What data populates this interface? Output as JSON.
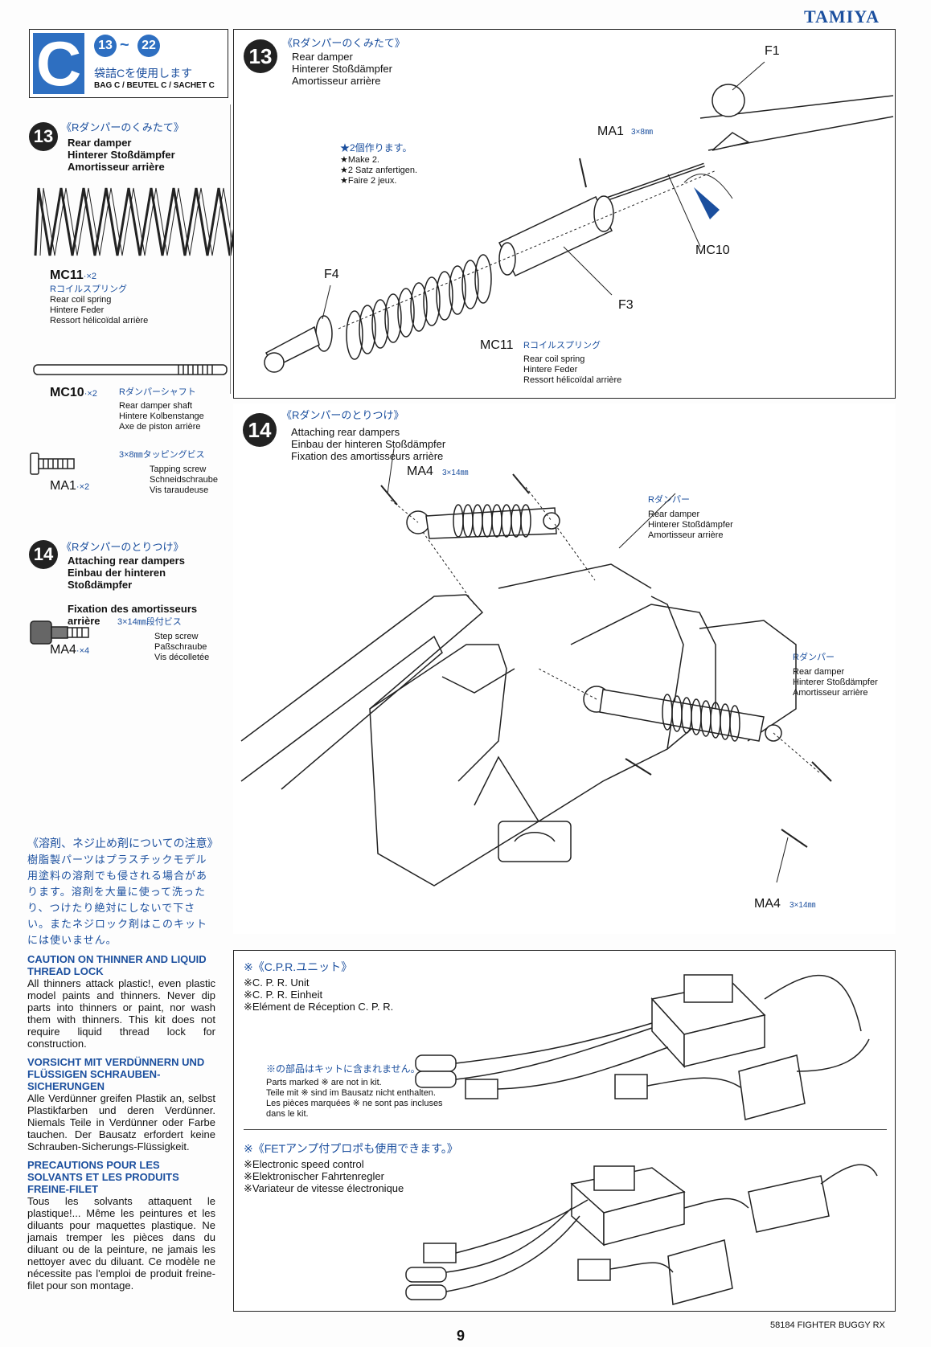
{
  "brand": "TAMIYA",
  "bag": {
    "letter": "C",
    "step_from": "13",
    "step_sep": "~",
    "step_to": "22",
    "jp": "袋詰Cを使用します",
    "label": "BAG C / BEUTEL C / SACHET C"
  },
  "parts_sidebar": {
    "step13": {
      "num": "13",
      "jp": "《Rダンパーのくみたて》",
      "en": "Rear damper",
      "de": "Hinterer Stoßdämpfer",
      "fr": "Amortisseur arrière"
    },
    "mc11": {
      "code": "MC11",
      "qty": "·×2",
      "jp": "Rコイルスプリング",
      "en": "Rear coil spring",
      "de": "Hintere Feder",
      "fr": "Ressort hélicoïdal arrière"
    },
    "mc10": {
      "code": "MC10",
      "qty": "·×2",
      "jp": "Rダンパーシャフト",
      "en": "Rear damper shaft",
      "de": "Hintere Kolbenstange",
      "fr": "Axe de piston arrière"
    },
    "ma1": {
      "code": "MA1",
      "qty": "·×2",
      "jp": "3×8㎜タッピングビス",
      "en": "Tapping screw",
      "de": "Schneidschraube",
      "fr": "Vis taraudeuse"
    },
    "step14": {
      "num": "14",
      "jp": "《Rダンパーのとりつけ》",
      "en": "Attaching rear dampers",
      "de": "Einbau der hinteren Stoßdämpfer",
      "fr": "Fixation des amortisseurs arrière"
    },
    "ma4": {
      "code": "MA4",
      "qty": "·×4",
      "jp": "3×14㎜段付ビス",
      "en": "Step screw",
      "de": "Paßschraube",
      "fr": "Vis décolletée"
    }
  },
  "caution": {
    "jp_title": "《溶剤、ネジ止め剤についての注意》",
    "jp_body": "樹脂製パーツはプラスチックモデル用塗料の溶剤でも侵される場合があります。溶剤を大量に使って洗ったり、つけたり絶対にしないで下さい。またネジロック剤はこのキットには使いません。",
    "en_title": "CAUTION ON THINNER AND LIQUID THREAD LOCK",
    "en_body": "All thinners attack plastic!, even plastic model paints and thinners. Never dip parts into thinners or paint, nor wash them with thinners. This kit does not require liquid thread lock for construction.",
    "de_title": "VORSICHT MIT VERDÜNNERN UND FLÜSSIGEN SCHRAUBEN-SICHERUNGEN",
    "de_body": "Alle Verdünner greifen Plastik an, selbst Plastikfarben und deren Verdünner. Niemals Teile in Verdünner oder Farbe tauchen. Der Bausatz erfordert keine Schrauben-Sicherungs-Flüssigkeit.",
    "fr_title": "PRECAUTIONS POUR LES SOLVANTS ET LES PRODUITS FREINE-FILET",
    "fr_body": "Tous les solvants attaquent le plastique!... Même les peintures et les diluants pour maquettes plastique. Ne jamais tremper les pièces dans du diluant ou de la peinture, ne jamais les nettoyer avec du diluant. Ce modèle ne nécessite pas l'emploi de produit freine-filet pour son montage."
  },
  "step13_panel": {
    "num": "13",
    "jp": "《Rダンパーのくみたて》",
    "en": "Rear damper",
    "de": "Hinterer Stoßdämpfer",
    "fr": "Amortisseur arrière",
    "note_jp": "★2個作ります。",
    "note_en": "★Make 2.",
    "note_de": "★2 Satz anfertigen.",
    "note_fr": "★Faire 2 jeux.",
    "labels": {
      "f1": "F1",
      "ma1": "MA1",
      "ma1_size": "3×8㎜",
      "mc10": "MC10",
      "f4": "F4",
      "f3": "F3",
      "mc11": "MC11",
      "mc11_jp": "Rコイルスプリング",
      "mc11_en": "Rear coil spring",
      "mc11_de": "Hintere Feder",
      "mc11_fr": "Ressort hélicoïdal arrière"
    }
  },
  "step14_panel": {
    "num": "14",
    "jp": "《Rダンパーのとりつけ》",
    "en": "Attaching rear dampers",
    "de": "Einbau der hinteren Stoßdämpfer",
    "fr": "Fixation des amortisseurs arrière",
    "ma4": "MA4",
    "ma4_size": "3×14㎜",
    "damper_jp": "Rダンパー",
    "damper_en": "Rear damper",
    "damper_de": "Hinterer Stoßdämpfer",
    "damper_fr": "Amortisseur arrière"
  },
  "cpr_panel": {
    "title_jp": "※《C.P.R.ユニット》",
    "en": "※C. P. R. Unit",
    "de": "※C. P. R. Einheit",
    "fr": "※Elément de Réception C. P. R.",
    "note_jp": "※の部品はキットに含まれません。",
    "note_en": "Parts marked ※ are not in kit.",
    "note_de": "Teile mit ※ sind im Bausatz nicht enthalten.",
    "note_fr": "Les pièces marquées ※ ne sont pas incluses dans le kit."
  },
  "fet_panel": {
    "title_jp": "※《FETアンプ付プロポも使用できます。》",
    "en": "※Electronic speed control",
    "de": "※Elektronischer Fahrtenregler",
    "fr": "※Variateur de vitesse électronique"
  },
  "footer": {
    "page": "9",
    "model": "58184 FIGHTER BUGGY RX"
  }
}
